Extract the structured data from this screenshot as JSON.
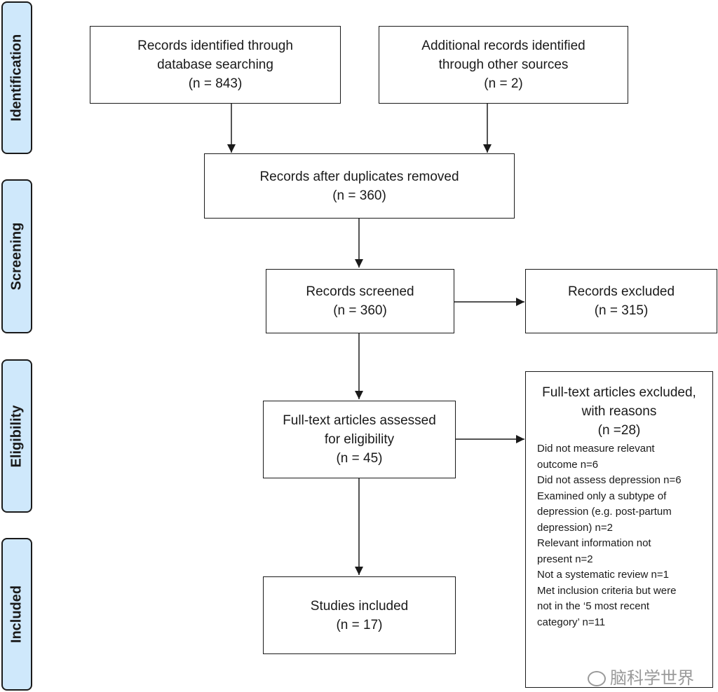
{
  "phases": {
    "identification": "Identification",
    "screening": "Screening",
    "eligibility": "Eligibility",
    "included": "Included"
  },
  "boxes": {
    "database_search": [
      "Records identified through",
      "database searching",
      "(n = 843)"
    ],
    "other_sources": [
      "Additional records identified",
      "through other sources",
      "(n = 2)"
    ],
    "duplicates_removed": [
      "Records after duplicates removed",
      "(n = 360)"
    ],
    "screened": [
      "Records screened",
      "(n = 360)"
    ],
    "excluded": [
      "Records excluded",
      "(n = 315)"
    ],
    "fulltext_assessed": [
      "Full-text articles assessed",
      "for eligibility",
      "(n = 45)"
    ],
    "included": [
      "Studies included",
      "(n = 17)"
    ]
  },
  "fulltext_excluded": {
    "heading": [
      "Full-text articles excluded,",
      "with reasons",
      "(n =28)"
    ],
    "reason_lines": [
      "Did not measure relevant",
      "outcome n=6",
      "Did not assess depression n=6",
      "Examined only a subtype of",
      "depression (e.g. post-partum",
      "depression) n=2",
      "Relevant information not",
      "present n=2",
      "Not a systematic review n=1",
      "Met inclusion criteria but were",
      "not in the ‘5 most recent",
      "category’ n=11"
    ]
  },
  "watermark": "脑科学世界"
}
